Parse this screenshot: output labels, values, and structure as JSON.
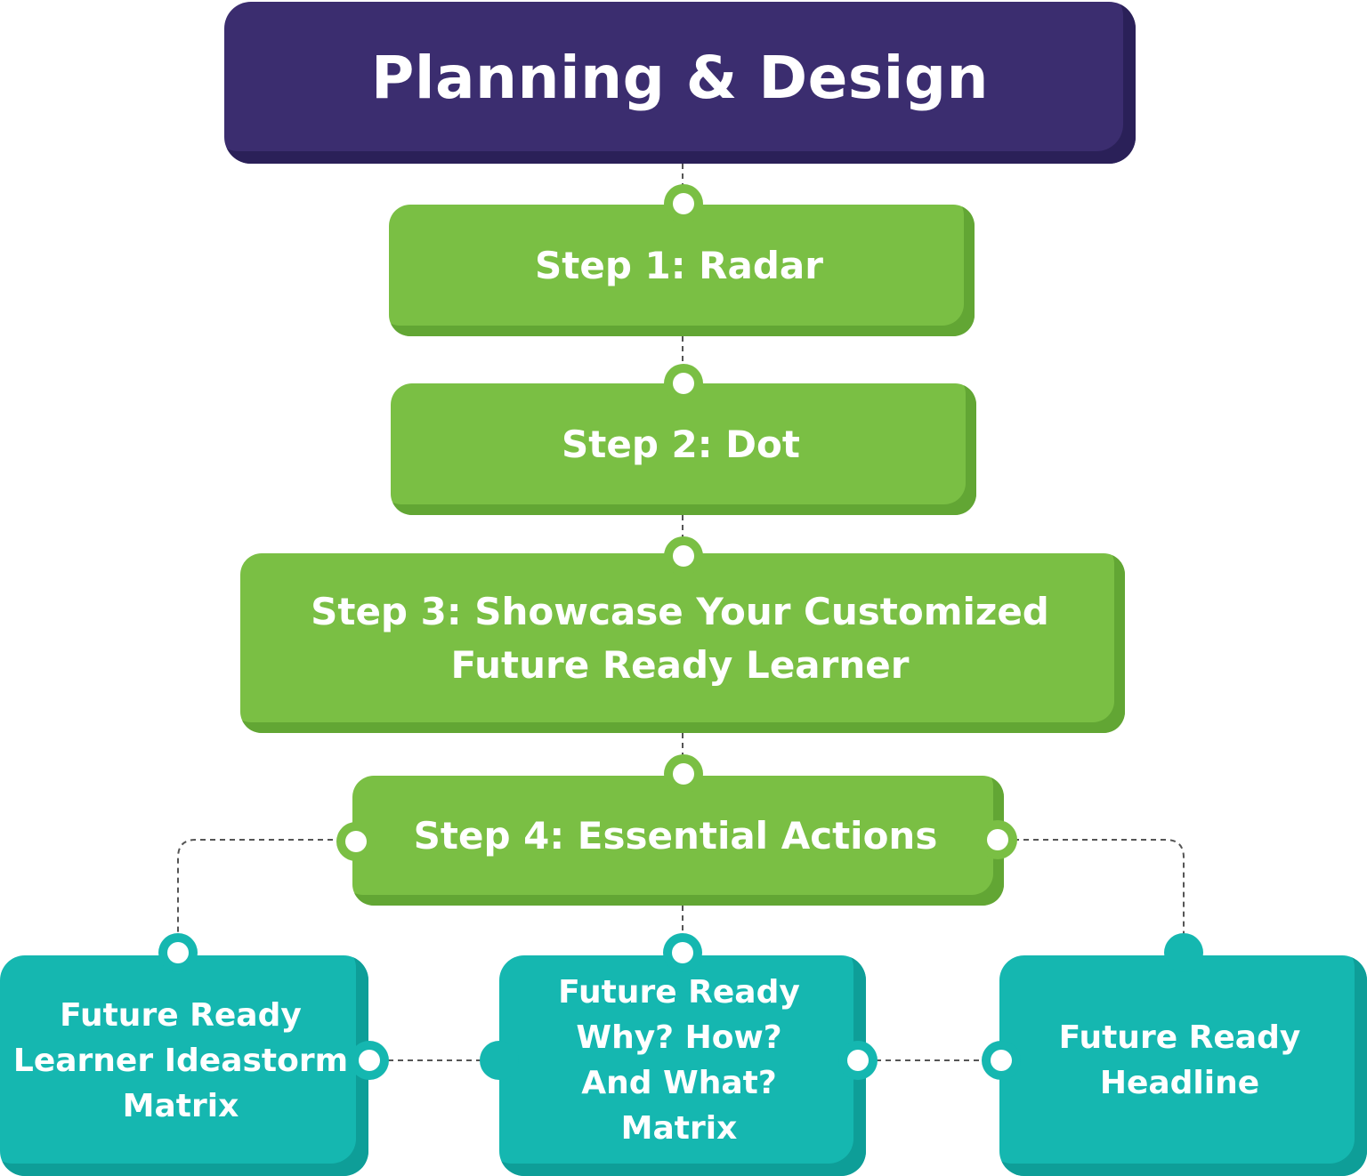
{
  "title": "Planning & Design",
  "steps": [
    {
      "label": "Step 1: Radar"
    },
    {
      "label": "Step 2: Dot"
    },
    {
      "label": "Step 3: Showcase Your Customized Future Ready Learner"
    },
    {
      "label": "Step 4: Essential Actions"
    }
  ],
  "leaves": [
    {
      "label": "Future Ready Learner Ideastorm Matrix"
    },
    {
      "label": "Future Ready Why? How? And What? Matrix"
    },
    {
      "label": "Future Ready Headline"
    }
  ],
  "colors": {
    "title_bg": "#3b2d6f",
    "step_bg": "#7abf44",
    "leaf_bg": "#15b7b0",
    "connector": "#555555"
  }
}
